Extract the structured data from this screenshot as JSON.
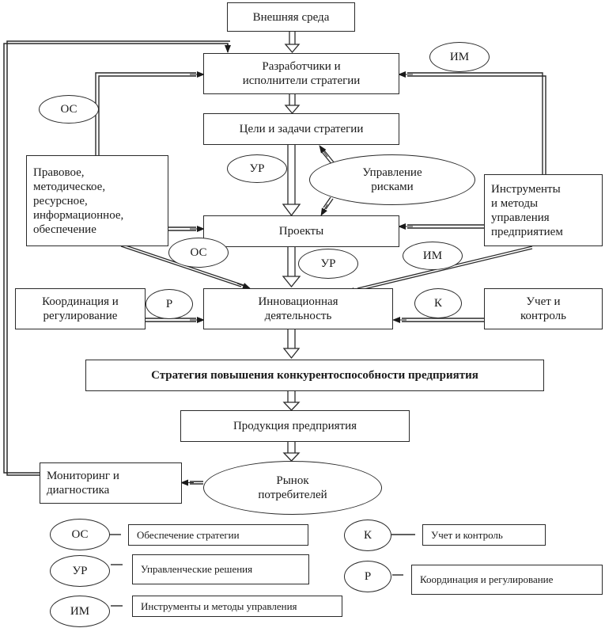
{
  "nodes": {
    "external_env": "Внешняя среда",
    "developers": "Разработчики и\nисполнители стратегии",
    "goals": "Цели и задачи стратегии",
    "support": "Правовое,\nметодическое,\nресурсное,\nинформационное,\nобеспечение",
    "risk_mgmt": "Управление\nрисками",
    "tools": "Инструменты\nи методы\nуправления\nпредприятием",
    "projects": "Проекты",
    "coordination": "Координация и\nрегулирование",
    "innovation": "Инновационная\nдеятельность",
    "accounting": "Учет и\nконтроль",
    "strategy": "Стратегия повышения конкурентоспособности предприятия",
    "products": "Продукция предприятия",
    "monitoring": "Мониторинг и\nдиагностика",
    "market": "Рынок\nпотребителей"
  },
  "edge_labels": {
    "os": "ОС",
    "ur": "УР",
    "im": "ИМ",
    "r": "Р",
    "k": "К"
  },
  "legend": [
    {
      "code": "ОС",
      "text": "Обеспечение стратегии"
    },
    {
      "code": "УР",
      "text": "Управленческие решения"
    },
    {
      "code": "ИМ",
      "text": "Инструменты и методы управления"
    },
    {
      "code": "К",
      "text": "Учет и контроль"
    },
    {
      "code": "Р",
      "text": "Координация и регулирование"
    }
  ]
}
